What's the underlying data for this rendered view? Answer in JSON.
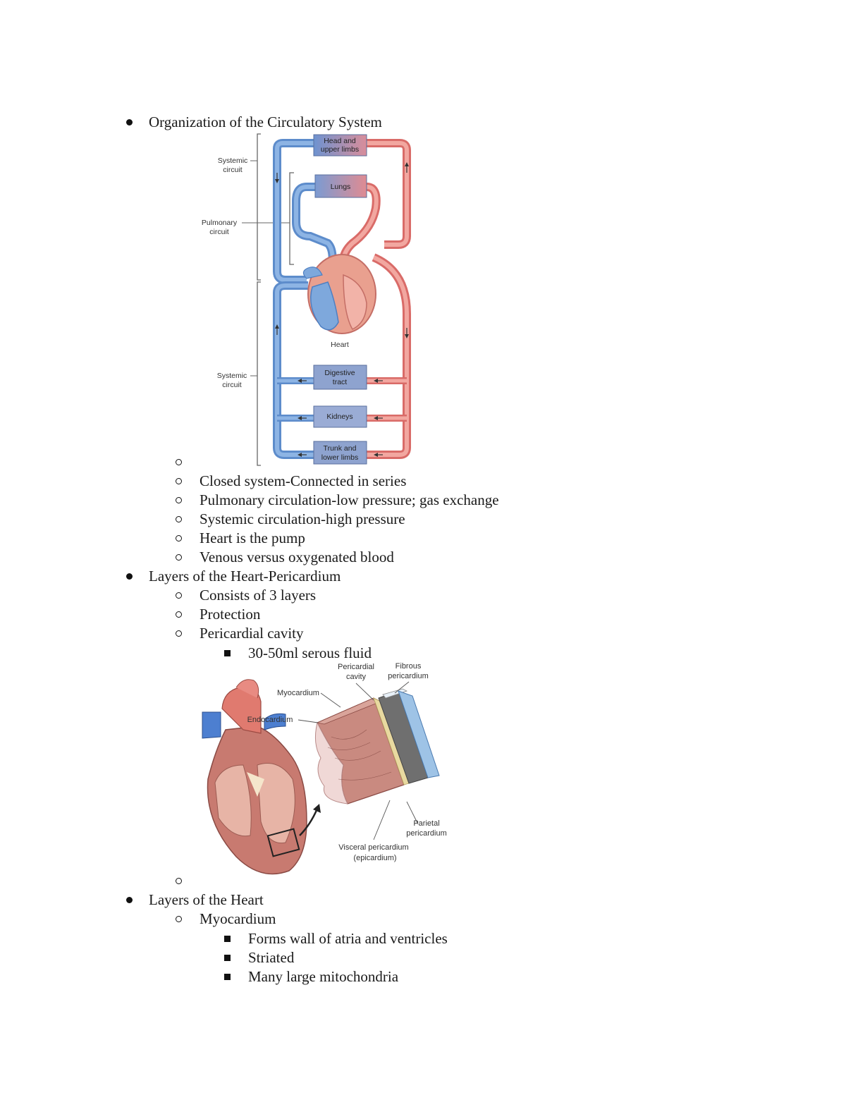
{
  "sections": [
    {
      "heading": "Organization of the Circulatory System",
      "figure_labels": {
        "systemic_top": [
          "Systemic",
          "circuit"
        ],
        "pulmonary": [
          "Pulmonary",
          "circuit"
        ],
        "systemic_bottom": [
          "Systemic",
          "circuit"
        ],
        "head": [
          "Head and",
          "upper limbs"
        ],
        "lungs": "Lungs",
        "heart": "Heart",
        "digestive": [
          "Digestive",
          "tract"
        ],
        "kidneys": "Kidneys",
        "trunk": [
          "Trunk and",
          "lower limbs"
        ]
      },
      "items": [
        "Closed system-Connected in series",
        "Pulmonary circulation-low pressure; gas exchange",
        "Systemic circulation-high pressure",
        "Heart is the pump",
        "Venous versus oxygenated blood"
      ]
    },
    {
      "heading": "Layers of the Heart-Pericardium",
      "items": [
        "Consists of 3 layers",
        "Protection",
        "Pericardial cavity"
      ],
      "subitems": [
        "30-50ml serous fluid"
      ],
      "figure_labels": {
        "pericardial_cavity": [
          "Pericardial",
          "cavity"
        ],
        "fibrous": [
          "Fibrous",
          "pericardium"
        ],
        "myocardium": "Myocardium",
        "endocardium": "Endocardium",
        "parietal": [
          "Parietal",
          "pericardium"
        ],
        "visceral": [
          "Visceral pericardium",
          "(epicardium)"
        ]
      }
    },
    {
      "heading": "Layers of the Heart",
      "items": [
        "Myocardium"
      ],
      "subitems": [
        "Forms wall of atria and ventricles",
        "Striated",
        "Many large mitochondria"
      ]
    }
  ],
  "colors": {
    "venous": "#6d9fd6",
    "arterial": "#ec8a86",
    "box": "#8fa7d4"
  }
}
